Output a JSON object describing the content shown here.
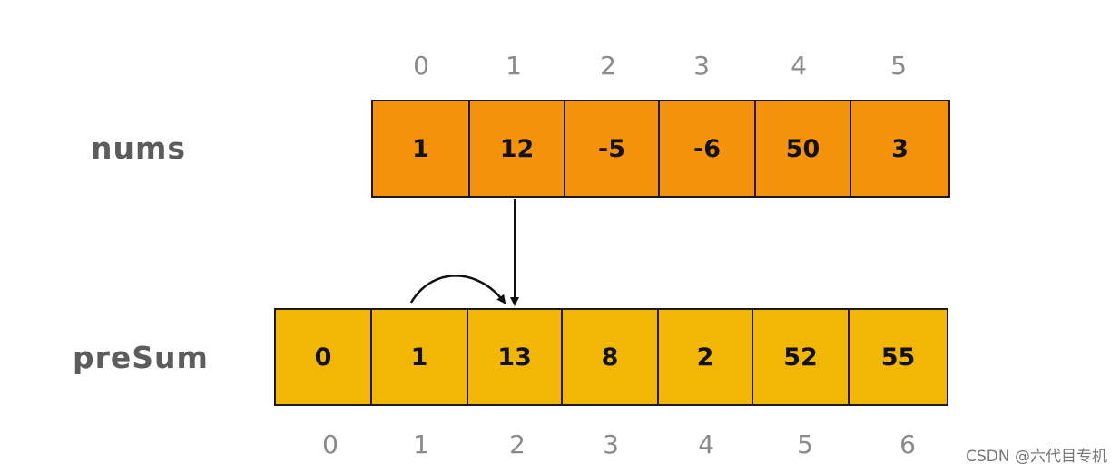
{
  "nums": {
    "label": "nums",
    "values": [
      "1",
      "12",
      "-5",
      "-6",
      "50",
      "3"
    ],
    "indices": [
      "0",
      "1",
      "2",
      "3",
      "4",
      "5"
    ],
    "fill_color": "#f5920b"
  },
  "presum": {
    "label": "preSum",
    "values": [
      "0",
      "1",
      "13",
      "8",
      "2",
      "52",
      "55"
    ],
    "indices": [
      "0",
      "1",
      "2",
      "3",
      "4",
      "5",
      "6"
    ],
    "fill_color": "#f2b705"
  },
  "colors": {
    "label_text": "#5c5c5c",
    "index_text": "#8a8a8a",
    "border": "#1a1a1a",
    "arrow": "#111111"
  },
  "watermark": "CSDN @六代目专机"
}
